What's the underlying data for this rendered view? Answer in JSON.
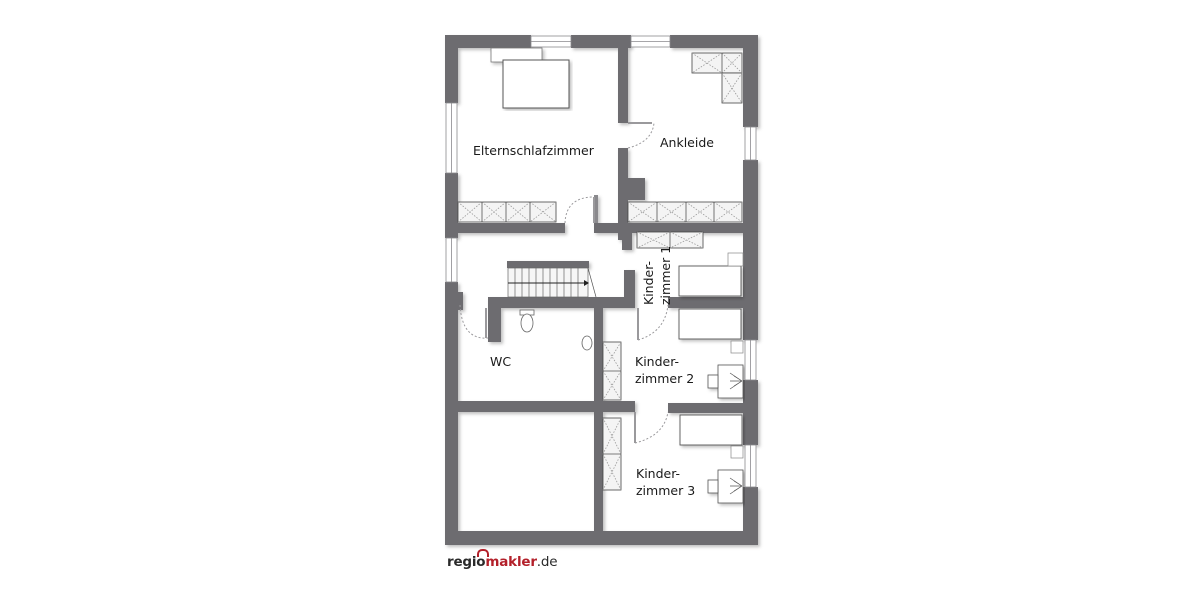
{
  "floorplan": {
    "rooms": {
      "master_bedroom": "Elternschlafzimmer",
      "dressing_room": "Ankleide",
      "kids_room_1_line1": "Kinder-",
      "kids_room_1_line2": "zimmer 1",
      "kids_room_2_line1": "Kinder-",
      "kids_room_2_line2": "zimmer 2",
      "kids_room_3_line1": "Kinder-",
      "kids_room_3_line2": "zimmer 3",
      "wc": "WC"
    },
    "colors": {
      "wall": "#6d6c70",
      "background": "#ffffff",
      "brand_red": "#b3202a"
    }
  },
  "branding": {
    "logo_part1": "regio",
    "logo_part2": "makler",
    "logo_part3": ".de"
  }
}
